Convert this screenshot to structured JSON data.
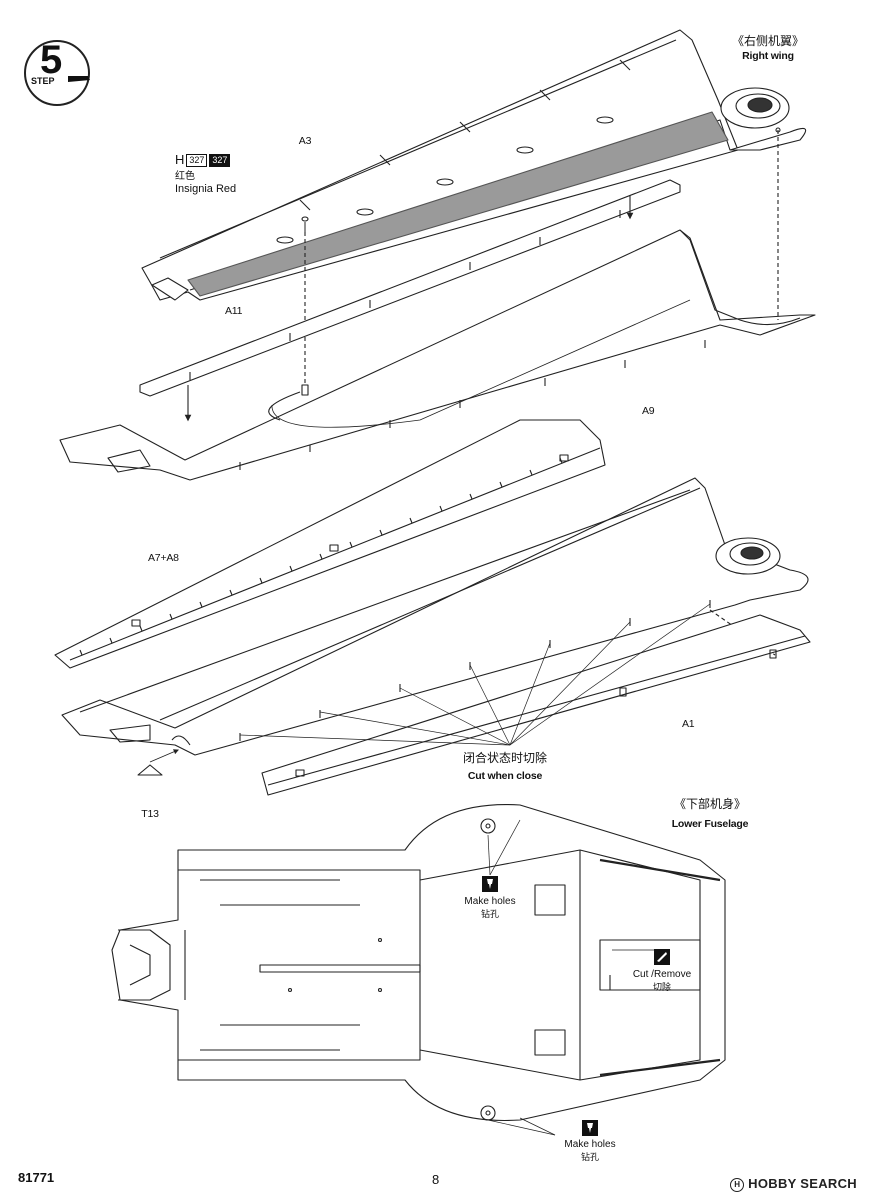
{
  "step": {
    "number": "5",
    "label": "STEP"
  },
  "right_wing": {
    "zh": "《右侧机翼》",
    "en": "Right wing"
  },
  "lower_fuselage": {
    "zh": "《下部机身》",
    "en": "Lower Fuselage"
  },
  "paint": {
    "code_letter": "H",
    "code_a": "327",
    "code_b": "327",
    "zh": "红色",
    "en": "Insignia Red"
  },
  "parts": {
    "a3": "A3",
    "a11": "A11",
    "a9": "A9",
    "a7a8": "A7+A8",
    "a1": "A1",
    "t13": "T13"
  },
  "cut_close": {
    "zh": "闭合状态时切除",
    "en": "Cut when close"
  },
  "make_holes_top": {
    "en": "Make holes",
    "zh": "钻孔"
  },
  "make_holes_bottom": {
    "en": "Make holes",
    "zh": "钻孔"
  },
  "cut_remove": {
    "en": "Cut /Remove",
    "zh": "切除"
  },
  "footer": {
    "code": "81771",
    "page": "8",
    "logo": "HOBBY SEARCH"
  }
}
